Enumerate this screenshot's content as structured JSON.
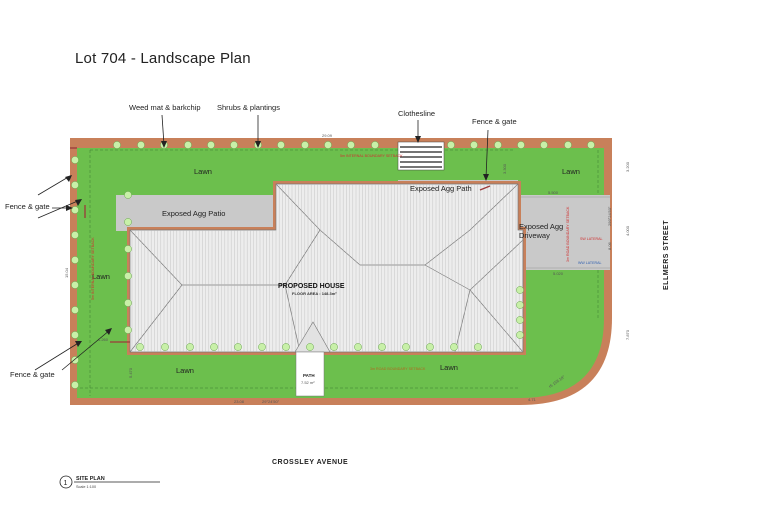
{
  "title": "Lot 704 - Landscape Plan",
  "colors": {
    "lawn": "#6cbf4d",
    "boundary": "#c8805a",
    "concrete": "#c9c9c9",
    "house": "#ededed",
    "shrub": "#c8f0a8",
    "fence": "#9b3a3a"
  },
  "callouts": {
    "weed_mat": "Weed mat & barkchip",
    "shrubs": "Shrubs & plantings",
    "clothesline": "Clothesline",
    "fence_gate_top": "Fence & gate",
    "fence_gate_left_upper": "Fence & gate",
    "fence_gate_left_lower": "Fence & gate"
  },
  "areas": {
    "lawn_top": "Lawn",
    "lawn_top_right": "Lawn",
    "lawn_left": "Lawn",
    "lawn_bottom_left": "Lawn",
    "lawn_bottom_right": "Lawn",
    "patio": "Exposed Agg Patio",
    "path_top": "Exposed Agg Path",
    "driveway_line1": "Exposed Agg",
    "driveway_line2": "Driveway",
    "path_front": "PATH",
    "path_front_width": "7.52 m²"
  },
  "house": {
    "label": "PROPOSED HOUSE",
    "floor_area": "FLOOR AREA : 148.3m²"
  },
  "streets": {
    "bottom": "CROSSLEY AVENUE",
    "right": "ELLMERS STREET"
  },
  "dimensions": {
    "top": "29.09",
    "bottom": "23.08",
    "bottom_bearing": "29°24'50\"",
    "left": "15.04",
    "left_lower": "1.260",
    "left_small": "5.470",
    "right_top": "3.200",
    "right_mid": "4.000",
    "right_bearing": "299°24'50\"",
    "right_low": "7.870",
    "right_side": "8.06",
    "drive_top": "5.500",
    "drive_bottom": "5.020",
    "arc_label": "r6 158.18°",
    "corner_small": "4.71",
    "offset_top": "3.300"
  },
  "setbacks": {
    "internal_top": "5m INTERNAL BOUNDARY SETBACK",
    "internal_left": "5m INTERNAL BOUNDARY SETBACK",
    "road_bottom": "3m ROAD BOUNDARY SETBACK",
    "road_right": "3m ROAD BOUNDARY SETBACK",
    "sw_lateral": "SW LATERAL",
    "ww_lateral": "WW LATERAL"
  },
  "legend": {
    "number": "1",
    "title": "SITE PLAN",
    "scale": "Scale 1:100"
  }
}
